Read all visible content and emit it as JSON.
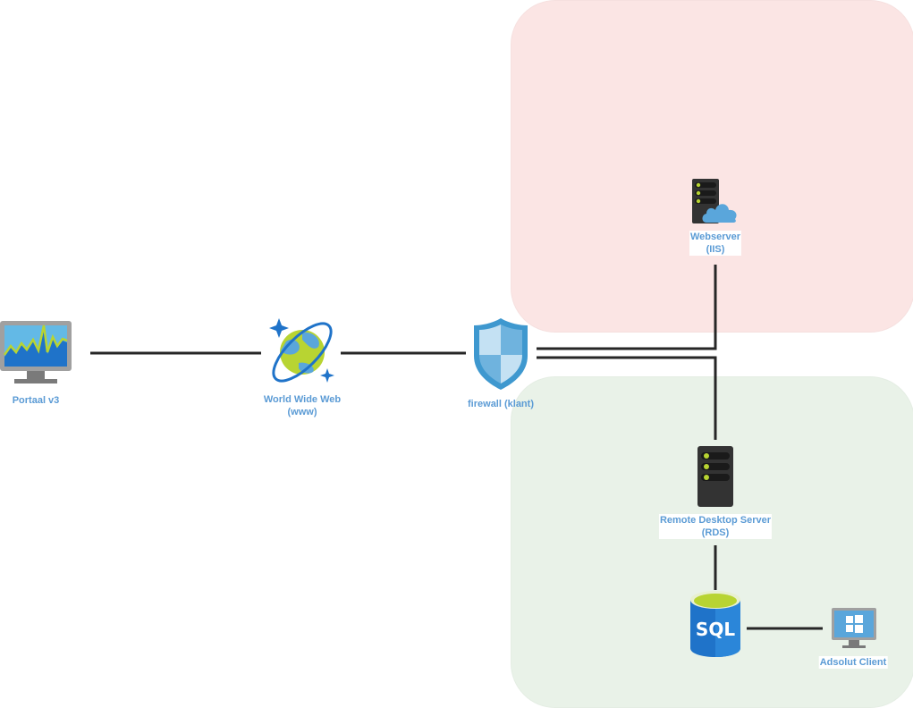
{
  "diagram": {
    "groups": [
      {
        "name": "dmz-zone",
        "fill": "#fbe5e4"
      },
      {
        "name": "internal-zone",
        "fill": "#e9f2e8"
      }
    ],
    "nodes": {
      "portaal": {
        "label": "Portaal v3",
        "icon": "monitor-chart-icon"
      },
      "www": {
        "label_line1": "World Wide Web",
        "label_line2": "(www)",
        "icon": "globe-orbit-icon"
      },
      "firewall": {
        "label": "firewall (klant)",
        "icon": "shield-icon"
      },
      "webserver": {
        "label_line1": "Webserver",
        "label_line2": "(IIS)",
        "icon": "server-cloud-icon"
      },
      "rds": {
        "label_line1": "Remote Desktop Server",
        "label_line2": "(RDS)",
        "icon": "server-icon"
      },
      "sql": {
        "label": "SQL",
        "icon": "sql-database-icon"
      },
      "client": {
        "label": "Adsolut Client",
        "icon": "windows-monitor-icon"
      }
    },
    "edges": [
      {
        "from": "portaal",
        "to": "www"
      },
      {
        "from": "www",
        "to": "firewall"
      },
      {
        "from": "firewall",
        "to": "webserver"
      },
      {
        "from": "firewall",
        "to": "rds"
      },
      {
        "from": "rds",
        "to": "sql"
      },
      {
        "from": "sql",
        "to": "client"
      }
    ],
    "colors": {
      "label": "#5b9bd5",
      "edge": "#262626",
      "accent_green": "#b8d432",
      "azure_blue": "#0078d4"
    }
  }
}
